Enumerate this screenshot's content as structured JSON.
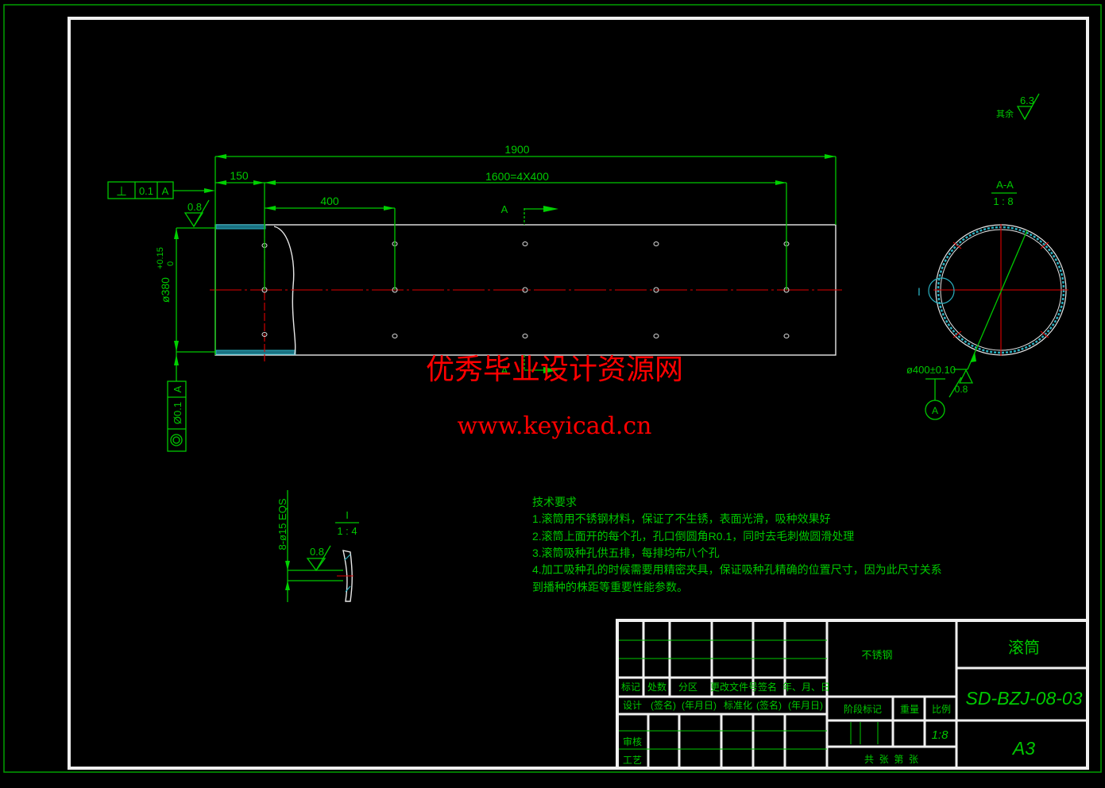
{
  "drawing": {
    "part_name": "滚筒",
    "material": "不锈钢",
    "drawing_number": "SD-BZJ-08-03",
    "sheet_size": "A3",
    "scale": "1:8"
  },
  "main_view": {
    "dims": {
      "overall_length": "1900",
      "end_offset": "150",
      "hole_span": "1600=4X400",
      "hole_pitch": "400",
      "diameter_main": "ø380",
      "diameter_tol_upper": "+0.15",
      "diameter_tol_lower": "0"
    },
    "section_marker": "A",
    "perpendicularity_fcf": {
      "symbol": "⊥",
      "tolerance": "0.1",
      "datum": "A"
    },
    "coaxiality_fcf": {
      "symbol": "◎",
      "tolerance": "Ø0.1",
      "datum": "A"
    },
    "roughness_top": "0.8"
  },
  "section_view": {
    "label": "A-A",
    "scale": "1 : 8",
    "detail_marker": "I",
    "diameter": "ø400±0.10",
    "roughness": "0.8",
    "datum": "A"
  },
  "general_roughness": {
    "label": "其余",
    "value": "6.3"
  },
  "detail_view": {
    "label": "I",
    "scale": "1 : 4",
    "hole_callout": "8-ø15 EQS",
    "roughness": "0.8"
  },
  "tech_requirements": {
    "title": "技术要求",
    "items": [
      "1.滚筒用不锈钢材料，保证了不生锈，表面光滑，吸种效果好",
      "2.滚筒上面开的每个孔，孔口倒圆角R0.1，同时去毛刺做圆滑处理",
      "3.滚筒吸种孔供五排，每排均布八个孔",
      "4.加工吸种孔的时候需要用精密夹具，保证吸种孔精确的位置尺寸，因为此尺寸关系",
      "到播种的株距等重要性能参数。"
    ]
  },
  "title_block": {
    "rev_headers": [
      "标记",
      "处数",
      "分区",
      "更改文件号",
      "签名",
      "年、月、日"
    ],
    "sign_row": [
      "设计",
      "(签名)",
      "(年月日)",
      "标准化",
      "(签名)",
      "(年月日)"
    ],
    "review": "审核",
    "process": "工艺",
    "stage_mark": "阶段标记",
    "weight": "重量",
    "scale_label": "比例",
    "scale_value": "1:8",
    "sheets": "共  张  第  张"
  },
  "watermark": {
    "line1": "优秀毕业设计资源网",
    "line2": "www.keyicad.cn"
  }
}
